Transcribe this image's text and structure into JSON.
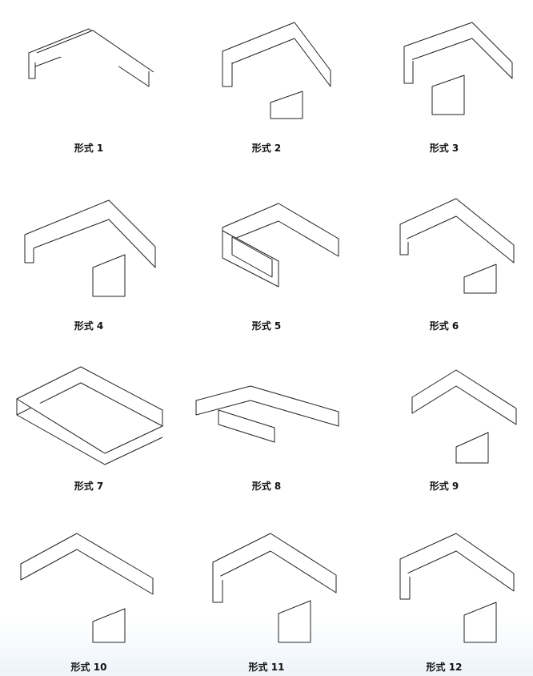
{
  "items": [
    {
      "label": "形式 1"
    },
    {
      "label": "形式 2"
    },
    {
      "label": "形式 3"
    },
    {
      "label": "形式 4"
    },
    {
      "label": "形式 5"
    },
    {
      "label": "形式 6"
    },
    {
      "label": "形式 7"
    },
    {
      "label": "形式 8"
    },
    {
      "label": "形式 9"
    },
    {
      "label": "形式 10"
    },
    {
      "label": "形式 11"
    },
    {
      "label": "形式 12"
    }
  ]
}
